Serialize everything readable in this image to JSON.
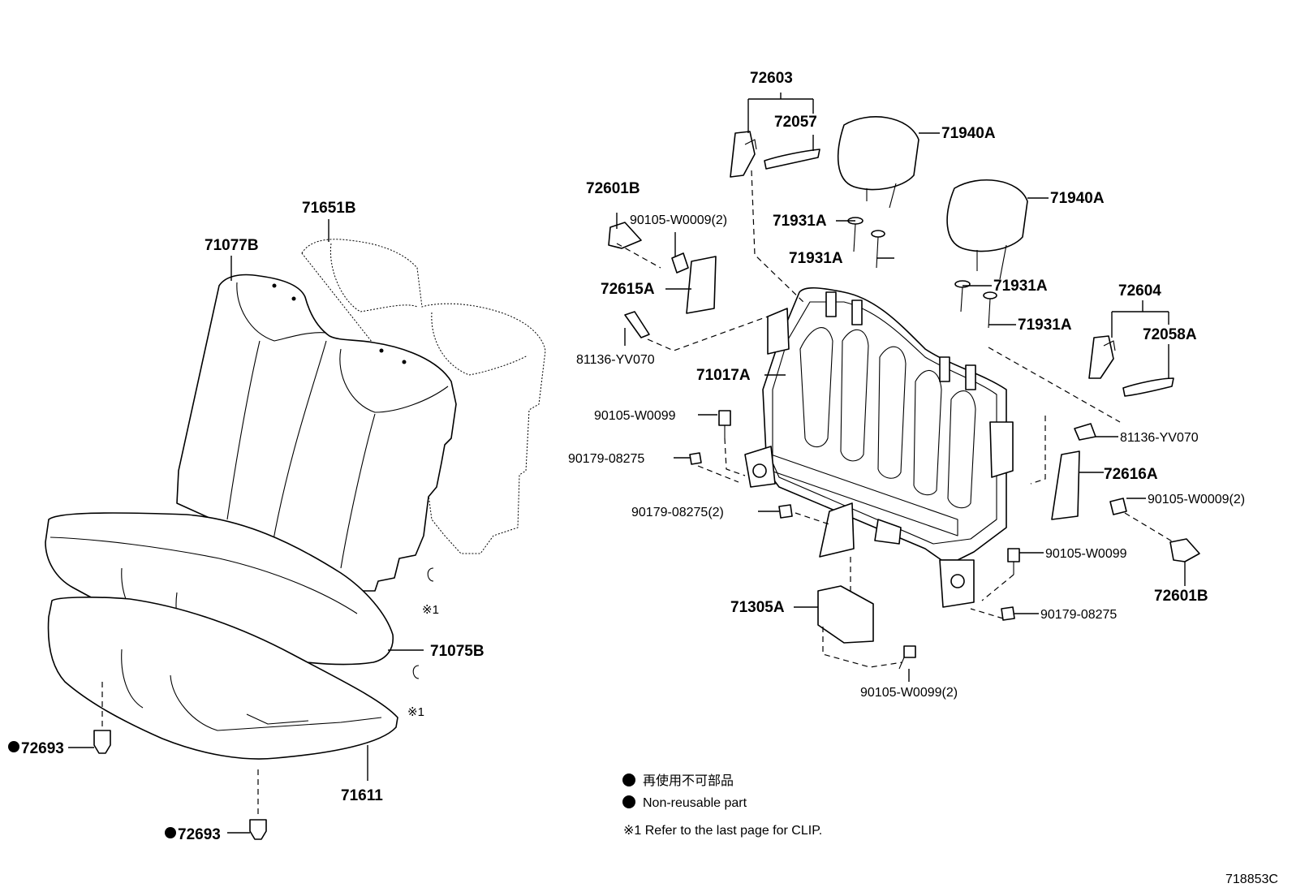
{
  "parts": {
    "p71651B": "71651B",
    "p71077B": "71077B",
    "p71075B": "71075B",
    "p71611": "71611",
    "p72693a": "72693",
    "p72693b": "72693",
    "clip_a": "※1",
    "clip_b": "※1",
    "p72603": "72603",
    "p72057": "72057",
    "p71940A_a": "71940A",
    "p71940A_b": "71940A",
    "p72601B_a": "72601B",
    "p90105_W0009_2_a": "90105-W0009(2)",
    "p71931A_a": "71931A",
    "p71931A_b": "71931A",
    "p71931A_c": "71931A",
    "p71931A_d": "71931A",
    "p72615A": "72615A",
    "p81136_YV070_a": "81136-YV070",
    "p71017A": "71017A",
    "p72604": "72604",
    "p72058A": "72058A",
    "p90105_W0099_a": "90105-W0099",
    "p90179_08275_a": "90179-08275",
    "p90179_08275_2": "90179-08275(2)",
    "p81136_YV070_b": "81136-YV070",
    "p72616A": "72616A",
    "p90105_W0009_2_b": "90105-W0009(2)",
    "p90105_W0099_b": "90105-W0099",
    "p72601B_b": "72601B",
    "p71305A": "71305A",
    "p90179_08275_b": "90179-08275",
    "p90105_W0099_2": "90105-W0099(2)"
  },
  "legend": {
    "non_reusable_jp": "再使用不可部品",
    "non_reusable_en": "Non-reusable part",
    "clip_note": "※1 Refer to the last page for CLIP."
  },
  "diagram_id": "718853C",
  "icons": {
    "non_reusable_marker": "filled-circle-icon",
    "clip": "clip-icon"
  }
}
